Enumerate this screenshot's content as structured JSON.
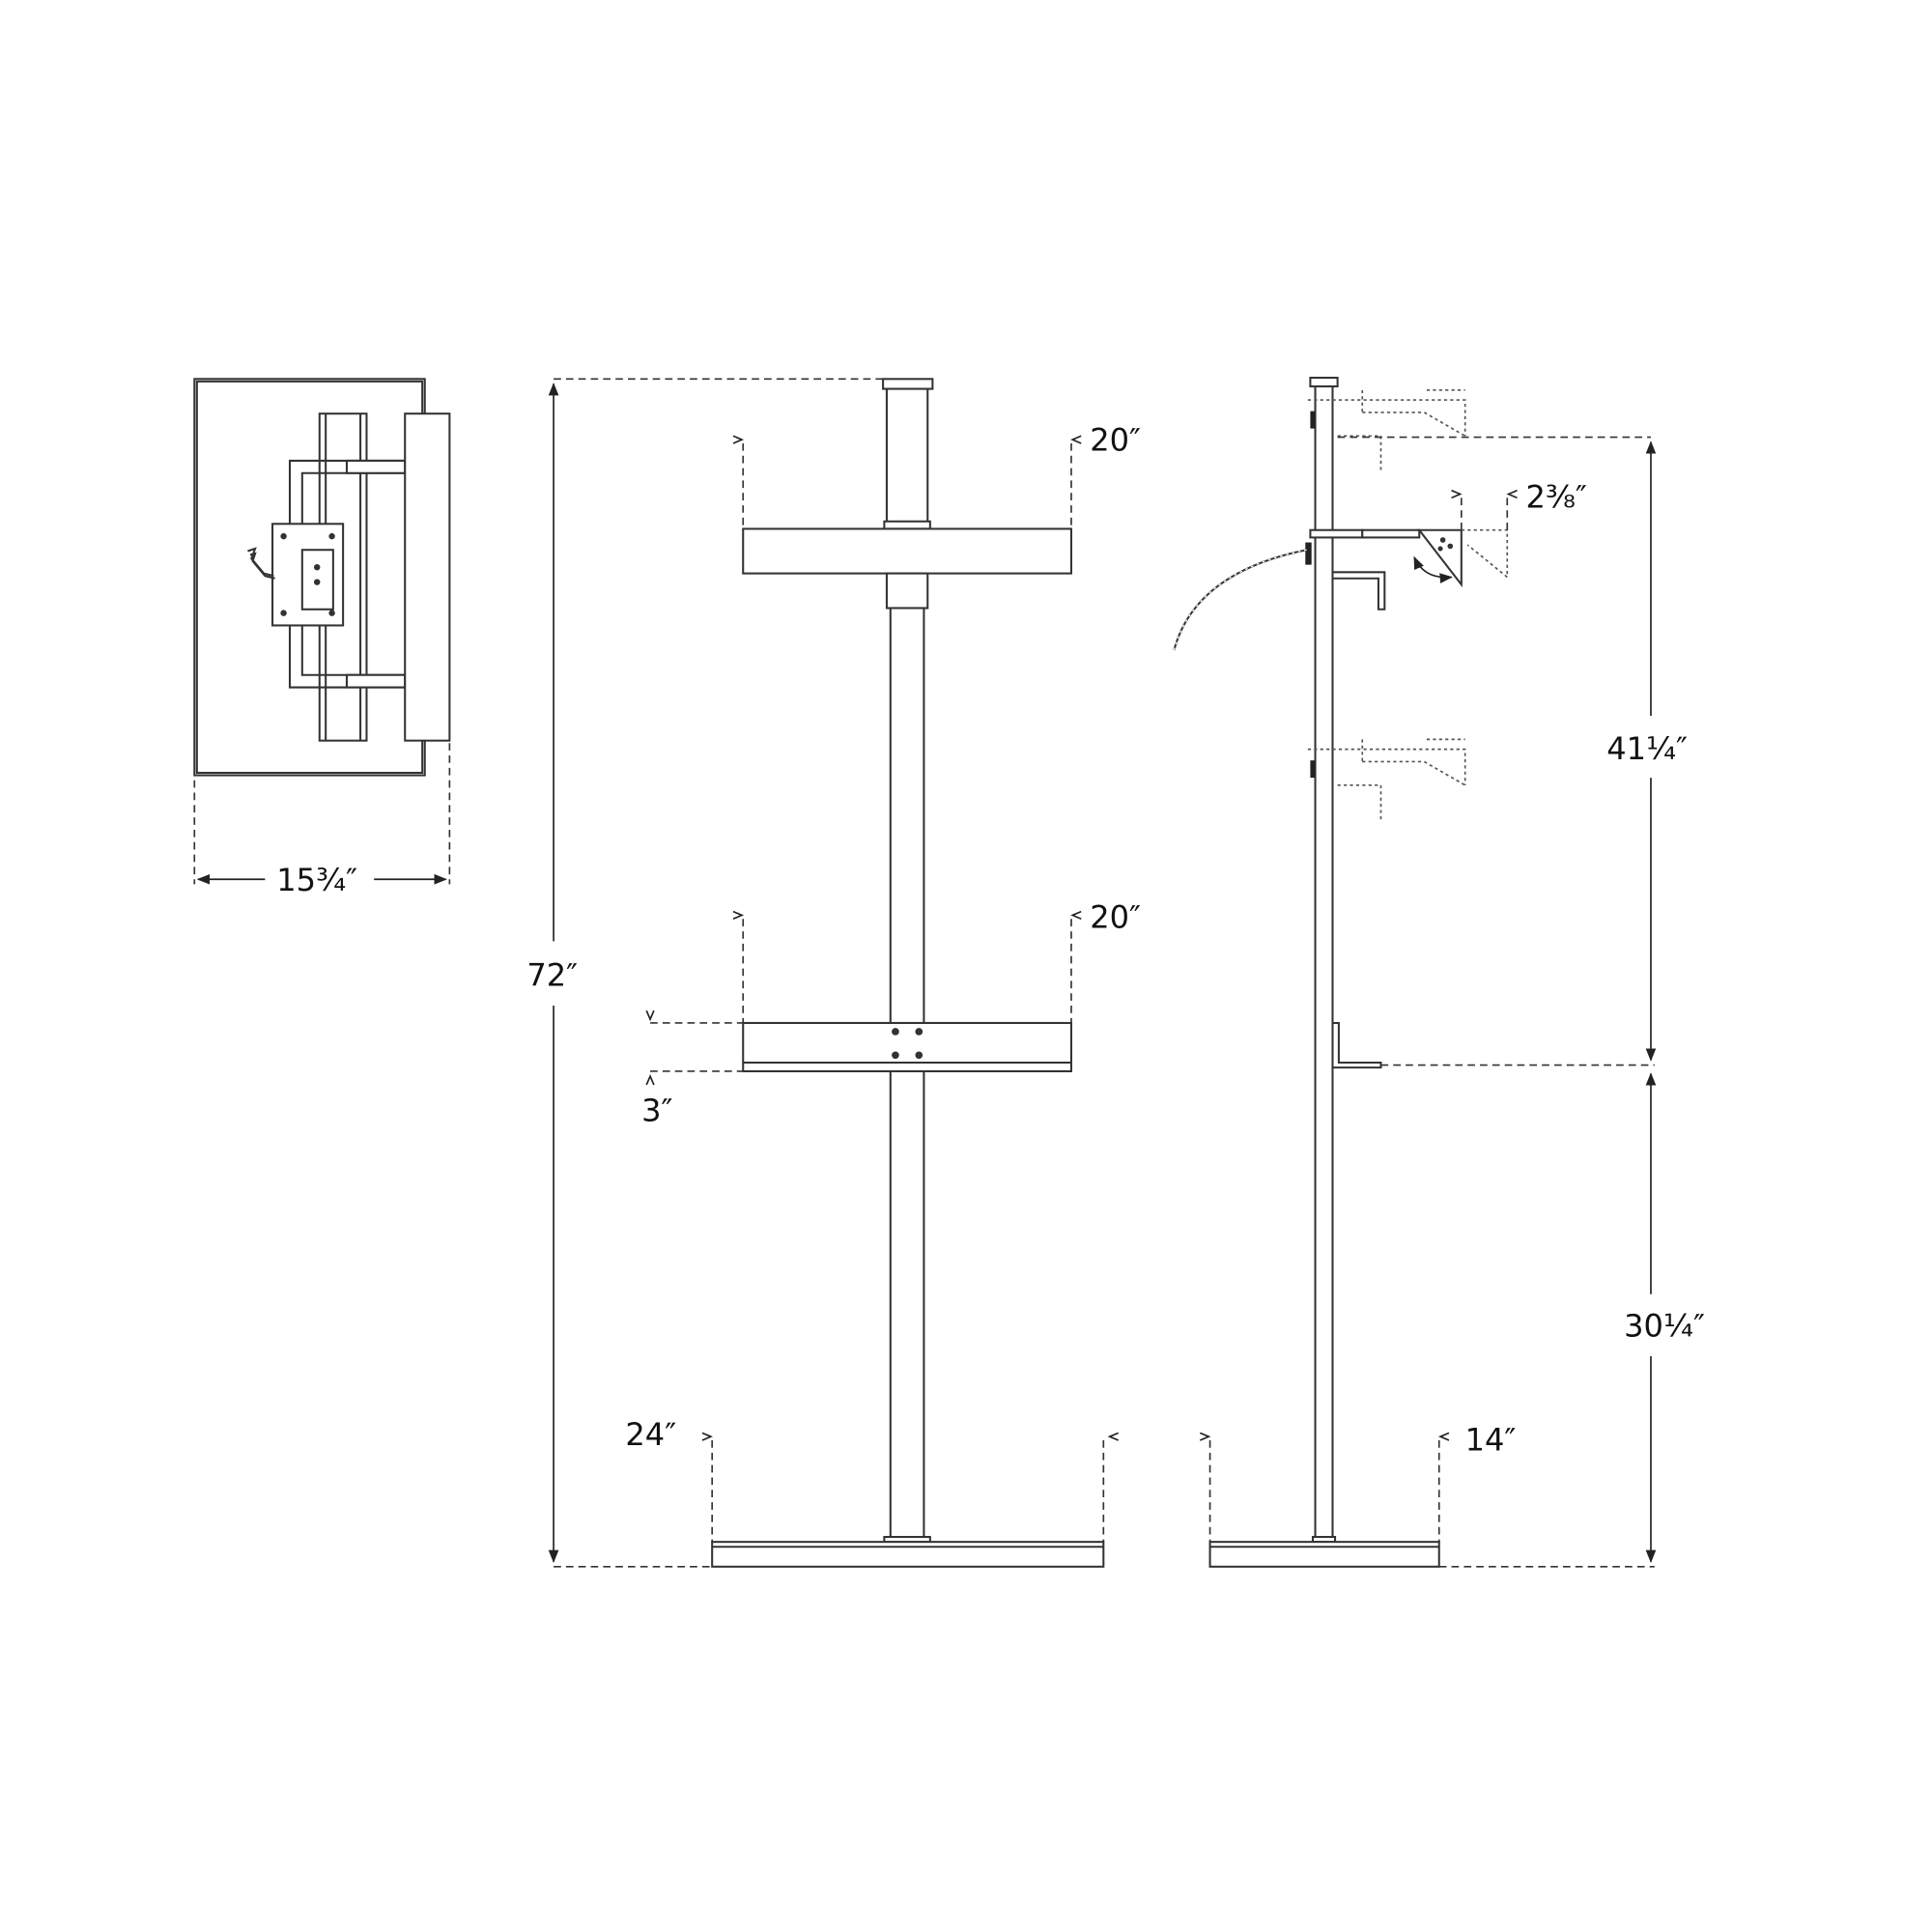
{
  "drawing": {
    "views": [
      "top-view",
      "front-view",
      "side-view"
    ],
    "dimensions": {
      "top_width": "15¾″",
      "overall_height": "72″",
      "upper_shade_width": "20″",
      "lower_shelf_width": "20″",
      "shelf_height": "3″",
      "base_width": "24″",
      "base_depth": "14″",
      "arm_adjust": "2⅜″",
      "upper_height": "41¼″",
      "lower_height": "30¼″"
    },
    "line_color": "#333333"
  }
}
